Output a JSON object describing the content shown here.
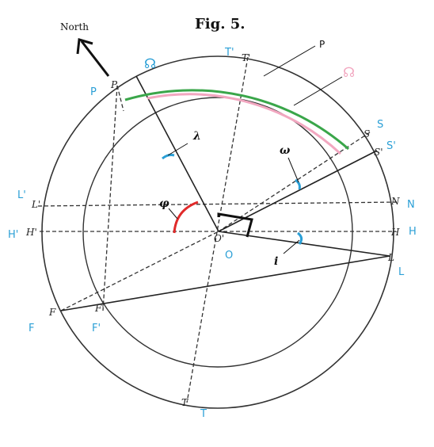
{
  "figure": {
    "title": "Fig. 5.",
    "north_label": "North",
    "blue_labels": {
      "P": "P",
      "T_top": "T'",
      "S": "S",
      "S_prime": "S'",
      "L_prime": "L'",
      "N": "N",
      "H_prime": "H'",
      "H": "H",
      "O": "O",
      "L": "L",
      "F": "F",
      "F_prime": "F'",
      "T_bottom": "T"
    },
    "old_labels": {
      "P": "P",
      "T_top": "T'",
      "S": "S",
      "S_prime": "S'",
      "L_prime": "L'",
      "N": "N",
      "H_prime": "H'",
      "H": "H",
      "L": "L",
      "F": "F",
      "F_prime": "F'",
      "T_bottom": "T",
      "O_prime": "O'"
    },
    "pointer_label": "P",
    "greek": {
      "lambda": "λ",
      "omega": "ω",
      "phi": "φ",
      "iota": "i"
    },
    "node_symbol_blue": "☊",
    "node_symbol_pink": "☊",
    "colors": {
      "blue": "#2a9fd6",
      "green": "#3aa64a",
      "pink": "#f2a7c0",
      "red": "#e02a2a",
      "black": "#111111"
    }
  }
}
